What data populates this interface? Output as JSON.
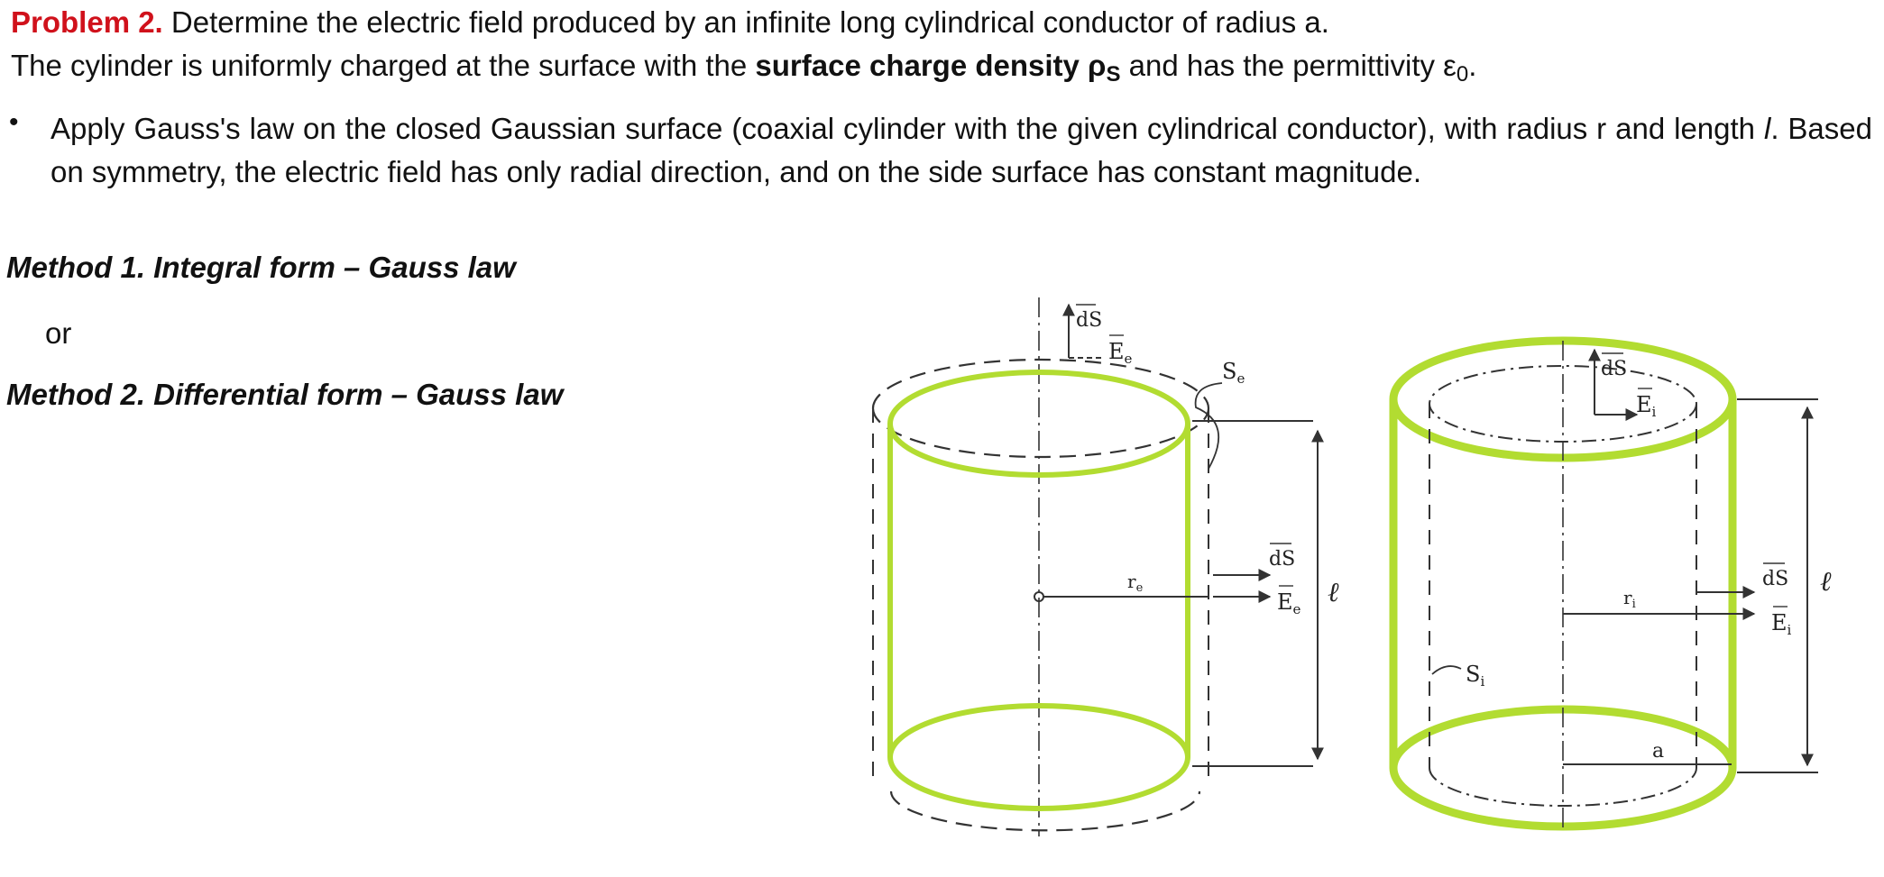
{
  "problem": {
    "label": "Problem 2.",
    "line1": " Determine the electric field produced by an infinite long cylindrical conductor of radius a.",
    "line2_pre": "The cylinder is uniformly charged at the surface with the ",
    "line2_bold": "surface charge density ρ",
    "line2_bold_sub": "S",
    "line2_post": " and has the permittivity ε",
    "line2_sub": "0",
    "line2_end": "."
  },
  "bullet": {
    "symbol": "•",
    "text_pre": "Apply Gauss's law on the closed Gaussian surface (coaxial cylinder with the given cylindrical conductor), with radius r and length ",
    "text_italic": "l",
    "text_post": ". Based on symmetry, the electric field has only radial direction, and on the side surface has constant magnitude."
  },
  "methods": {
    "m1": "Method 1. Integral form – Gauss law",
    "or": "or",
    "m2": "Method 2. Differential form – Gauss law"
  },
  "diagram": {
    "ds": "dS",
    "e_ext": "E",
    "e_ext_sub": "e",
    "e_int": "E",
    "e_int_sub": "i",
    "s_ext": "S",
    "s_ext_sub": "e",
    "s_int": "S",
    "s_int_sub": "i",
    "r_ext": "r",
    "r_ext_sub": "e",
    "r_int": "r",
    "r_int_sub": "i",
    "length": "ℓ",
    "a": "a",
    "colors": {
      "conductor": "#b2dc31",
      "lines": "#333333"
    }
  }
}
